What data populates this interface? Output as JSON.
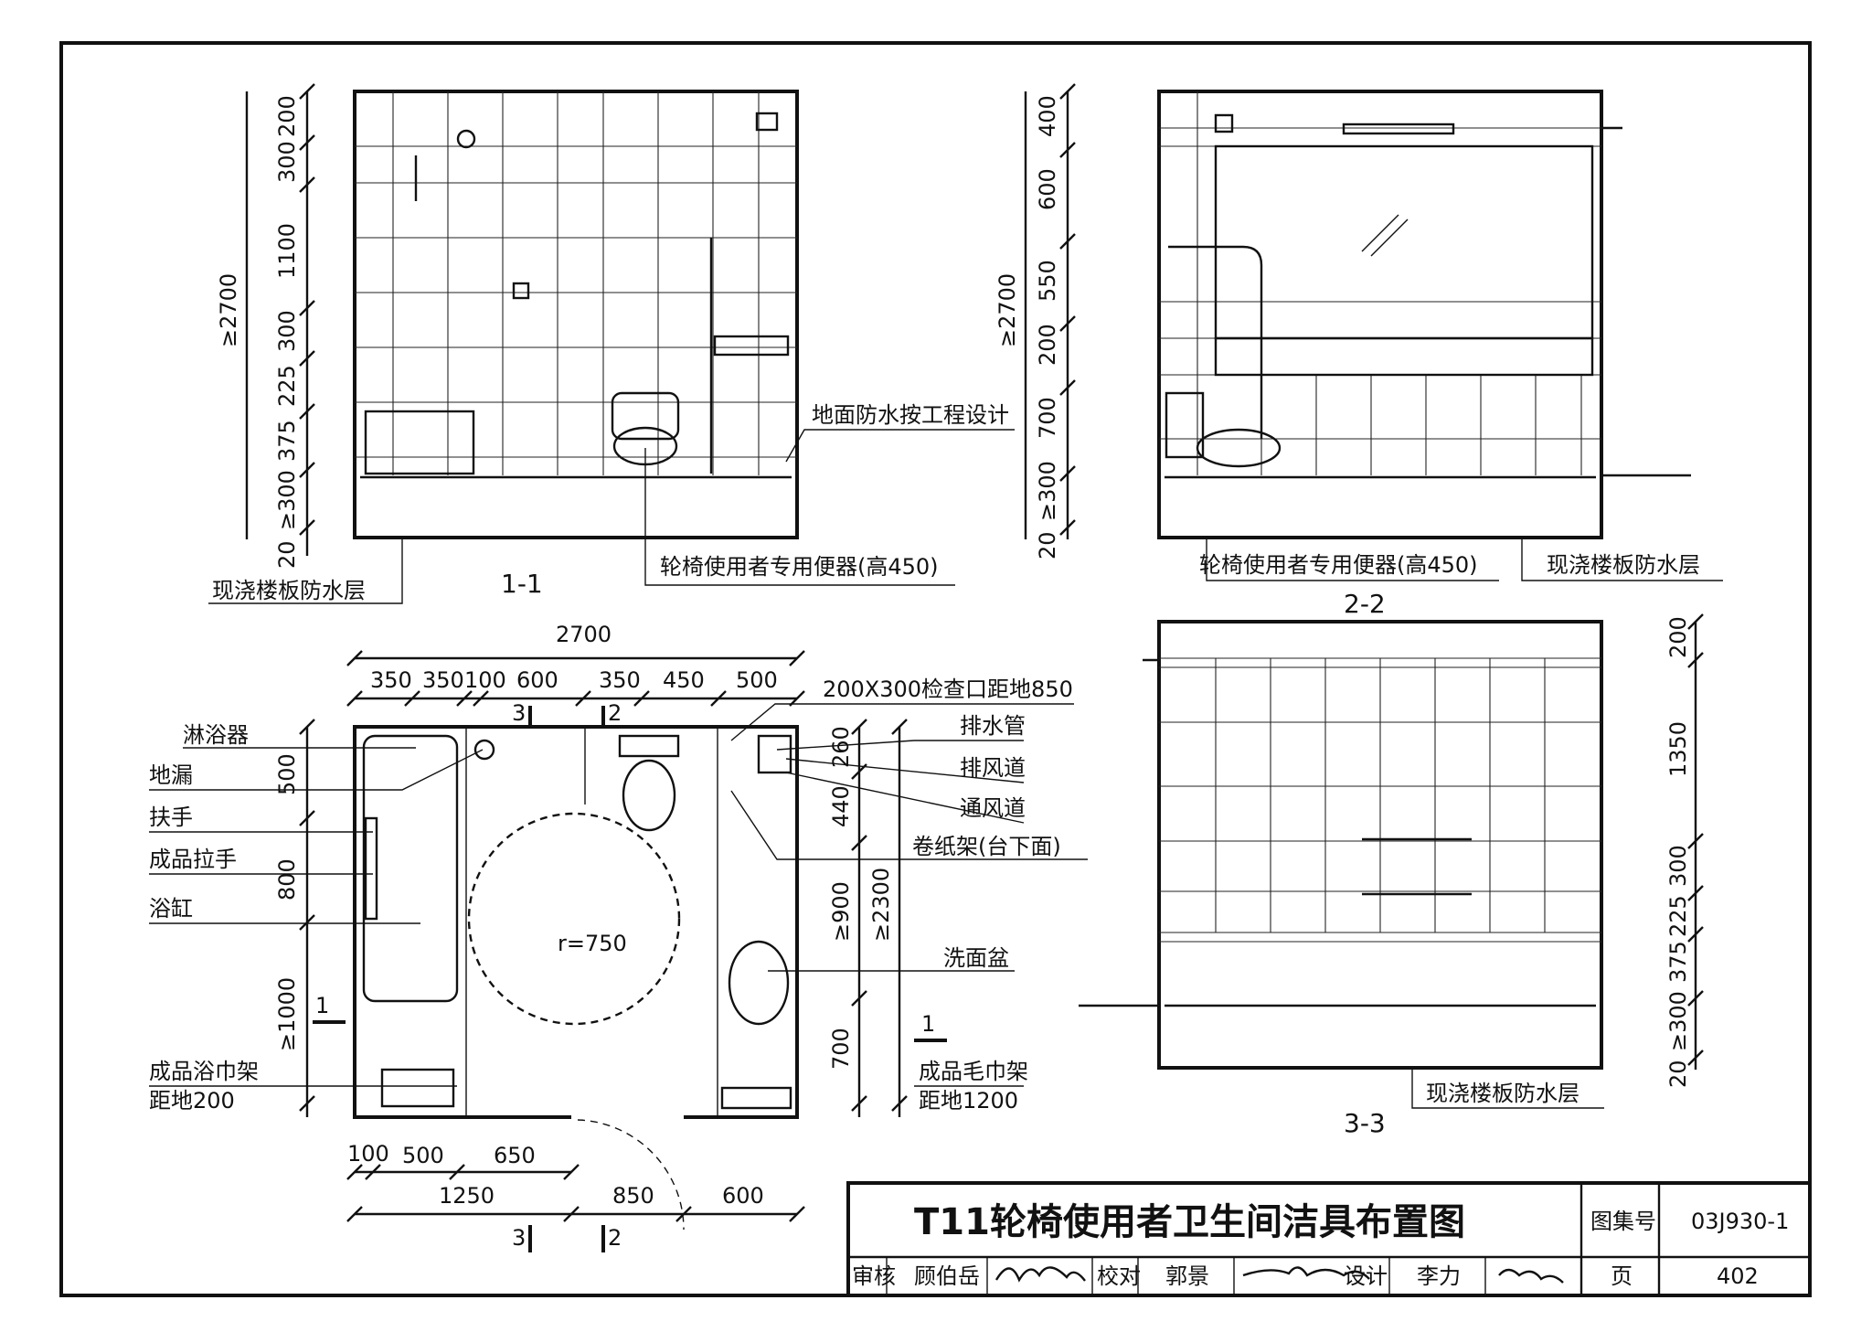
{
  "sheet": {
    "title": "T11轮椅使用者卫生间洁具布置图",
    "atlas_label": "图集号",
    "atlas_no": "03J930-1",
    "page_label": "页",
    "page_no": "402",
    "review_label": "审核",
    "reviewer": "顾伯岳",
    "check_label": "校对",
    "checker": "郭景",
    "design_label": "设计",
    "designer": "李力"
  },
  "section_1_1": {
    "caption": "1-1",
    "overall": "≥2700",
    "dims": [
      "200",
      "300",
      "1100",
      "300",
      "225",
      "375",
      "≥300",
      "20"
    ],
    "label_waterproof_ground": "地面防水按工程设计",
    "label_toilet": "轮椅使用者专用便器(高450)",
    "label_slab": "现浇楼板防水层"
  },
  "section_2_2": {
    "caption": "2-2",
    "overall": "≥2700",
    "dims": [
      "400",
      "600",
      "550",
      "200",
      "700",
      "≥300",
      "20"
    ],
    "label_toilet": "轮椅使用者专用便器(高450)",
    "label_slab": "现浇楼板防水层"
  },
  "section_3_3": {
    "caption": "3-3",
    "dims": [
      "200",
      "1350",
      "300",
      "225",
      "375",
      "≥300",
      "20"
    ],
    "label_slab": "现浇楼板防水层"
  },
  "plan": {
    "overall_width": "2700",
    "top_dims": [
      "350",
      "350",
      "100",
      "600",
      "350",
      "450",
      "500"
    ],
    "left_dims": [
      "500",
      "800",
      "≥1000"
    ],
    "right_dims": [
      "260",
      "440",
      "≥900",
      "700"
    ],
    "right_overall": "≥2300",
    "bottom_dims_a": [
      "100",
      "500",
      "650"
    ],
    "bottom_dims_b": [
      "1250",
      "850",
      "600"
    ],
    "turning_radius": "r=750",
    "section_marks": [
      "1",
      "1",
      "2",
      "2",
      "3",
      "3"
    ],
    "labels_left": [
      "淋浴器",
      "地漏",
      "扶手",
      "成品拉手",
      "浴缸"
    ],
    "towel_rack_left": [
      "成品浴巾架",
      "距地200"
    ],
    "labels_right": [
      "200X300检查口距地850",
      "排水管",
      "排风道",
      "通风道",
      "卷纸架(台下面)",
      "洗面盆"
    ],
    "towel_rack_right": [
      "成品毛巾架",
      "距地1200"
    ]
  }
}
